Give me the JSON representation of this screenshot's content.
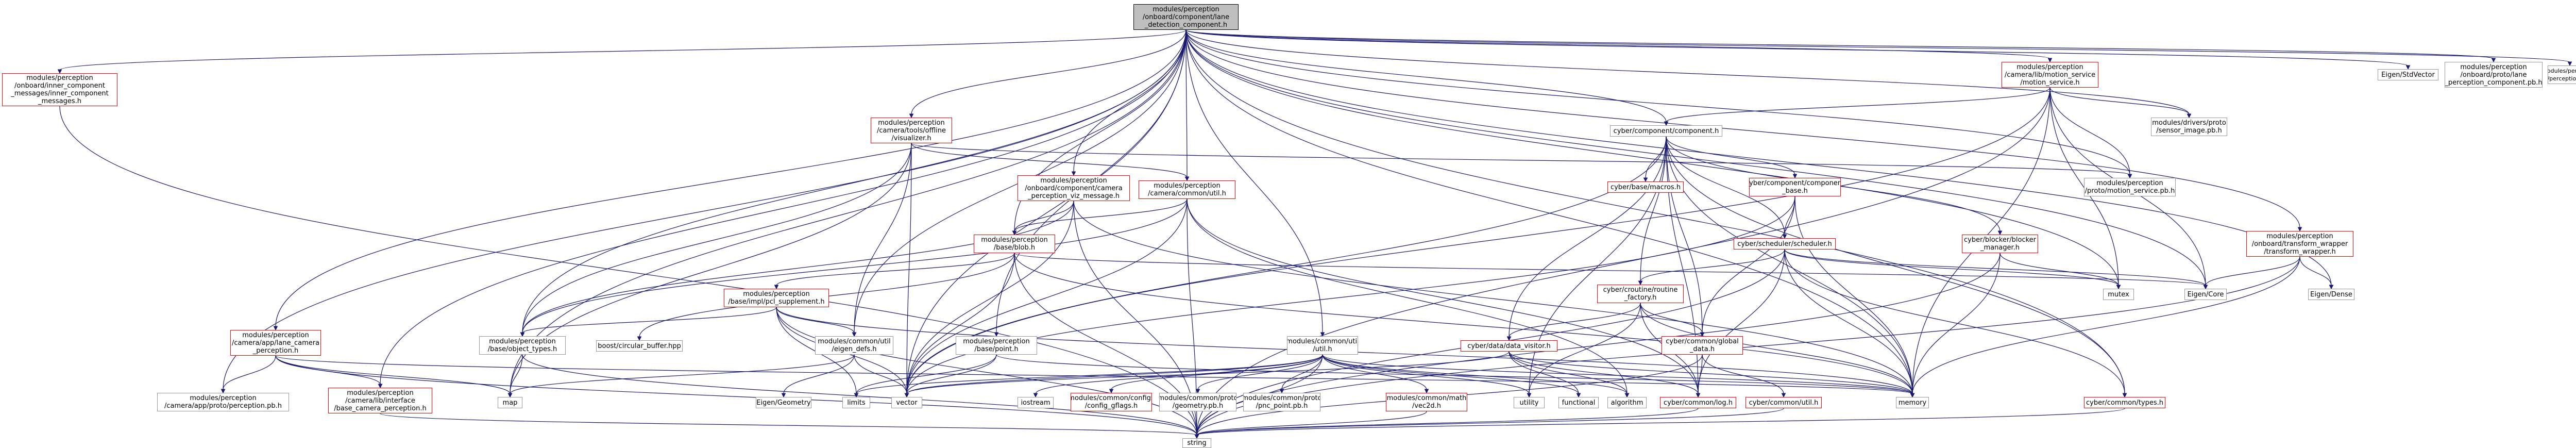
{
  "colors": {
    "edge": "#191970",
    "node_border": "#999999",
    "node_border_missing_doc": "#ff0000",
    "root_fill": "#bfbfbf"
  },
  "nodes": {
    "root": "modules/perception\n/onboard/component/lane\n_detection_component.h",
    "inner_component_messages": "modules/perception\n/onboard/inner_component\n_messages/inner_component\n_messages.h",
    "visualizer": "modules/perception\n/camera/tools/offline\n/visualizer.h",
    "camera_perception_viz_message": "modules/perception\n/onboard/component/camera\n_perception_viz_message.h",
    "camera_common_util": "modules/perception\n/camera/common/util.h",
    "base_point": "modules/perception\n/base/point.h",
    "base_impl_pcl_supplement": "modules/perception\n/base/impl/pcl_supplement.h",
    "base_object_types": "modules/perception\n/base/object_types.h",
    "base_blob": "modules/perception\n/base/blob.h",
    "lane_camera_perception": "modules/perception\n/camera/app/lane_camera\n_perception.h",
    "base_camera_perception": "modules/perception\n/camera/lib/interface\n/base_camera_perception.h",
    "perception_pb": "modules/perception\n/camera/app/proto/perception.pb.h",
    "common_util_eigen_defs": "modules/common/util\n/eigen_defs.h",
    "common_util_util": "modules/common/util\n/util.h",
    "config_gflags": "modules/common/configs\n/config_gflags.h",
    "geometry_pb": "modules/common/proto\n/geometry.pb.h",
    "pnc_point_pb": "modules/common/proto\n/pnc_point.pb.h",
    "vec2d": "modules/common/math\n/vec2d.h",
    "cyber_component": "cyber/component/component.h",
    "cyber_base_macros": "cyber/base/macros.h",
    "cyber_component_base": "cyber/component/component\n_base.h",
    "cyber_scheduler": "cyber/scheduler/scheduler.h",
    "cyber_routine_factory": "cyber/croutine/routine\n_factory.h",
    "cyber_data_visitor": "cyber/data/data_visitor.h",
    "cyber_common_global_data": "cyber/common/global\n_data.h",
    "cyber_common_log": "cyber/common/log.h",
    "cyber_common_util": "cyber/common/util.h",
    "cyber_common_types": "cyber/common/types.h",
    "cyber_blocker_manager": "cyber/blocker/blocker\n_manager.h",
    "motion_service": "modules/perception\n/camera/lib/motion_service\n/motion_service.h",
    "sensor_image_pb": "modules/drivers/proto\n/sensor_image.pb.h",
    "motion_service_pb": "modules/perception\n/proto/motion_service.pb.h",
    "transform_wrapper": "modules/perception\n/onboard/transform_wrapper\n/transform_wrapper.h",
    "eigen_stdvector": "Eigen/StdVector",
    "lane_perception_component_pb": "modules/perception\n/onboard/proto/lane\n_perception_component.pb.h",
    "perception_lane_pb": "modules/perception\n/proto/perception_lane.pb.h",
    "eigen_core": "Eigen/Core",
    "eigen_dense": "Eigen/Dense",
    "eigen_geometry": "Eigen/Geometry",
    "boost_circular_buffer": "boost/circular_buffer.hpp",
    "mutex": "mutex",
    "map": "map",
    "limits": "limits",
    "vector": "vector",
    "iostream": "iostream",
    "utility": "utility",
    "functional": "functional",
    "algorithm": "algorithm",
    "memory": "memory",
    "string": "string"
  }
}
